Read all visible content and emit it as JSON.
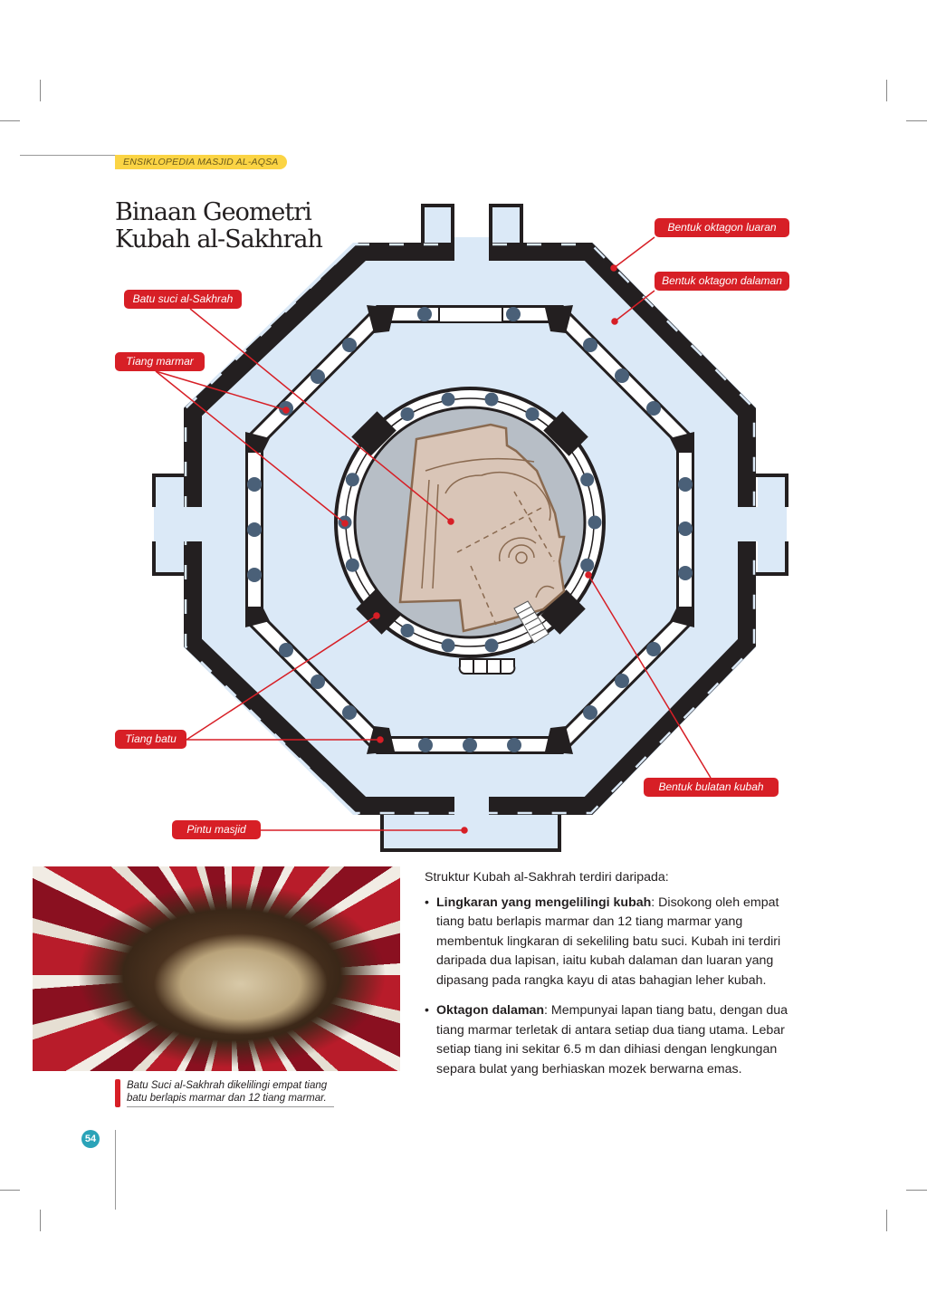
{
  "header": {
    "series_tag": "ENSIKLOPEDIA MASJID AL-AQSA"
  },
  "title": {
    "line1": "Binaan Geometri",
    "line2": "Kubah al-Sakhrah"
  },
  "diagram": {
    "labels": {
      "outer_octagon": "Bentuk oktagon luaran",
      "inner_octagon": "Bentuk oktagon dalaman",
      "sacred_rock": "Batu suci al-Sakhrah",
      "marble_column": "Tiang marmar",
      "stone_pier": "Tiang batu",
      "dome_circle": "Bentuk bulatan kubah",
      "door": "Pintu masjid"
    },
    "colors": {
      "label": "#d71f26",
      "floor": "#dbe9f7",
      "wall": "#231f20",
      "column": "#4a6078",
      "rock": "#d9c5b7",
      "drum": "#b7bec6"
    }
  },
  "photo": {
    "caption": "Batu Suci al-Sakhrah dikelilingi empat tiang batu berlapis marmar dan 12 tiang marmar."
  },
  "body": {
    "intro": "Struktur Kubah al-Sakhrah terdiri daripada:",
    "items": [
      {
        "term": "Lingkaran yang mengelilingi kubah",
        "text": ": Disokong oleh empat tiang batu berlapis marmar dan 12 tiang marmar yang membentuk lingkaran di sekeliling batu suci. Kubah ini terdiri daripada dua lapisan, iaitu kubah dalaman dan luaran yang dipasang pada rangka kayu di atas bahagian leher kubah."
      },
      {
        "term": "Oktagon dalaman",
        "text": ": Mempunyai lapan tiang batu, dengan dua tiang marmar terletak di antara setiap dua tiang utama. Lebar setiap tiang ini sekitar 6.5 m dan dihiasi dengan lengkungan separa bulat yang berhiaskan mozek berwarna emas."
      }
    ]
  },
  "footer": {
    "page_number": "54"
  }
}
